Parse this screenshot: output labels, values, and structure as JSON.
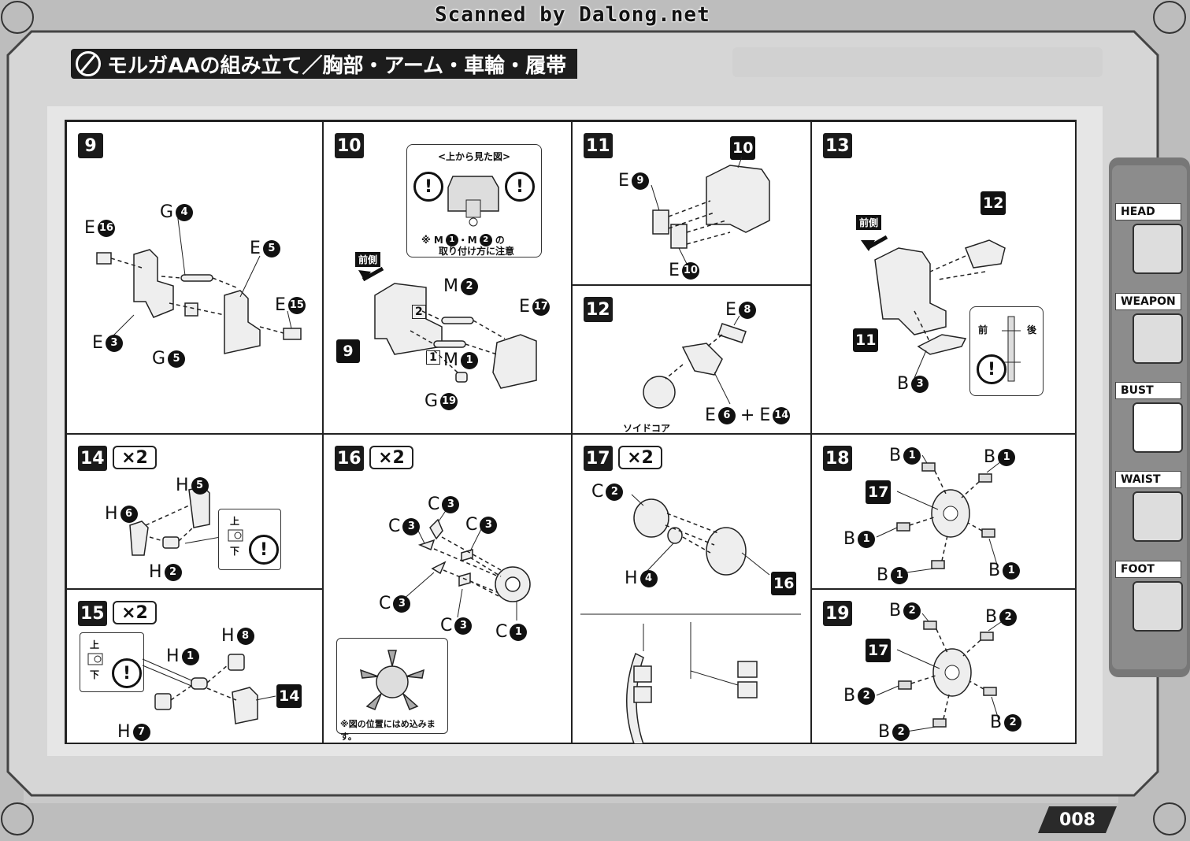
{
  "scan_credit": "Scanned by Dalong.net",
  "title": "モルガAAの組み立て／胸部・アーム・車輪・履帯",
  "page_number": "008",
  "side_tabs": [
    {
      "label": "HEAD"
    },
    {
      "label": "WEAPON"
    },
    {
      "label": "BUST"
    },
    {
      "label": "WAIST"
    },
    {
      "label": "FOOT"
    }
  ],
  "steps": {
    "s9": {
      "num": "9",
      "parts": [
        "E",
        "16",
        "G",
        "4",
        "E",
        "5",
        "E",
        "15",
        "E",
        "3",
        "G",
        "5"
      ]
    },
    "s10": {
      "num": "10",
      "top_view": "<上から見た図>",
      "note_prefix": "※ M",
      "note_m1": "1",
      "note_mid": "・M",
      "note_m2": "2",
      "note_suffix": "の",
      "note_line2": "取り付け方に注意",
      "front": "前側",
      "m2": "2",
      "e17": "17",
      "n2": "2",
      "n1": "1",
      "m1": "1",
      "g19": "19",
      "ref9": "9",
      "letter_m": "M",
      "letter_e": "E",
      "letter_g": "G"
    },
    "s11": {
      "num": "11",
      "ref10": "10",
      "e9": "9",
      "e10": "10",
      "letter_e": "E"
    },
    "s12": {
      "num": "12",
      "e8": "8",
      "e6": "6",
      "plus": "+",
      "e14": "14",
      "core": "ソイドコア",
      "letter_e": "E"
    },
    "s13": {
      "num": "13",
      "front": "前側",
      "ref12": "12",
      "ref11": "11",
      "b3": "3",
      "mae": "前",
      "ushiro": "後",
      "letter_b": "B"
    },
    "s14": {
      "num": "14",
      "mult": "×2",
      "h5": "5",
      "h6": "6",
      "h2": "2",
      "up": "上",
      "down": "下",
      "letter_h": "H"
    },
    "s15": {
      "num": "15",
      "mult": "×2",
      "up": "上",
      "down": "下",
      "h8": "8",
      "h1": "1",
      "h7": "7",
      "ref14": "14",
      "letter_h": "H"
    },
    "s16": {
      "num": "16",
      "mult": "×2",
      "c3": "3",
      "c1": "1",
      "note": "※図の位置にはめ込みます。",
      "letter_c": "C"
    },
    "s17": {
      "num": "17",
      "mult": "×2",
      "c2": "2",
      "h4": "4",
      "ref16": "16",
      "letter_c": "C",
      "letter_h": "H"
    },
    "s18": {
      "num": "18",
      "ref17": "17",
      "b1": "1",
      "letter_b": "B"
    },
    "s19": {
      "num": "19",
      "ref17": "17",
      "b2": "2",
      "letter_b": "B"
    }
  },
  "warn_mark": "!"
}
